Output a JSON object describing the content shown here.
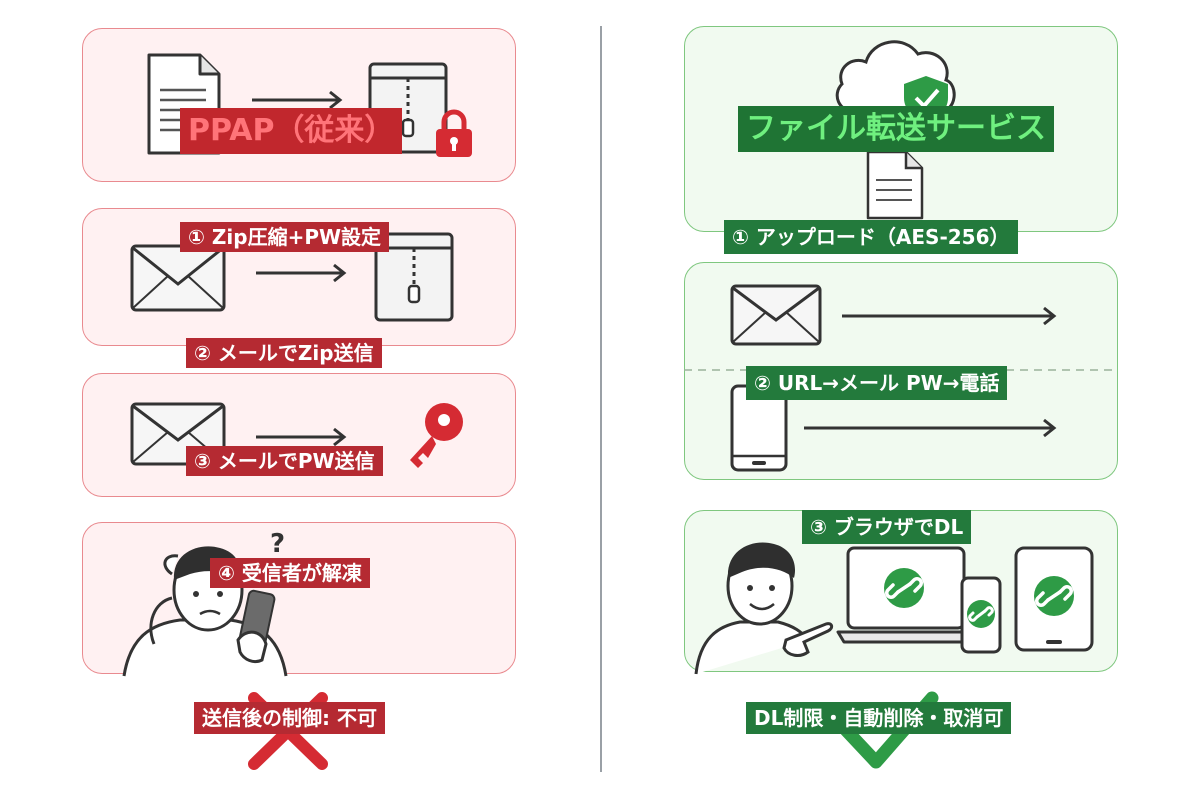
{
  "left": {
    "title": "PPAP（従来）",
    "steps": [
      {
        "label": "① Zip圧縮+PW設定"
      },
      {
        "label": "② メールでZip送信"
      },
      {
        "label": "③ メールでPW送信"
      },
      {
        "label": "④ 受信者が解凍"
      }
    ],
    "footer": "送信後の制御: 不可",
    "accent": "#c1272d"
  },
  "right": {
    "title": "ファイル転送サービス",
    "steps": [
      {
        "label": "① アップロード（AES-256）"
      },
      {
        "label": "② URL→メール PW→電話"
      },
      {
        "label": "③ ブラウザでDL"
      }
    ],
    "footer": "DL制限・自動削除・取消可",
    "accent": "#2e9b46"
  }
}
